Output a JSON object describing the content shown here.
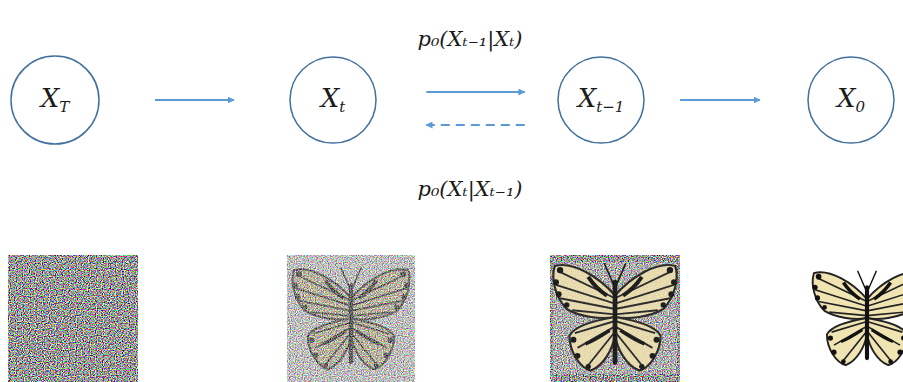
{
  "diagram": {
    "nodes": [
      {
        "text": [
          "XT"
        ]
      },
      {
        "text": [
          "Xt"
        ]
      },
      {
        "text": [
          "Xt−1"
        ]
      },
      {
        "text": [
          "X0"
        ]
      }
    ],
    "edges": [
      {
        "from": 0,
        "to": 1,
        "arrow": "to"
      },
      {
        "from": 1,
        "to": 2,
        "arrow": "to",
        "label": "p₀(Xₜ₋₁|Xₜ)"
      },
      {
        "from": 2,
        "to": 1,
        "arrow": "to",
        "label": "p₀(Xₜ|Xₜ₋₁)"
      },
      {
        "from": 2,
        "to": 3,
        "arrow": "to"
      }
    ]
  }
}
